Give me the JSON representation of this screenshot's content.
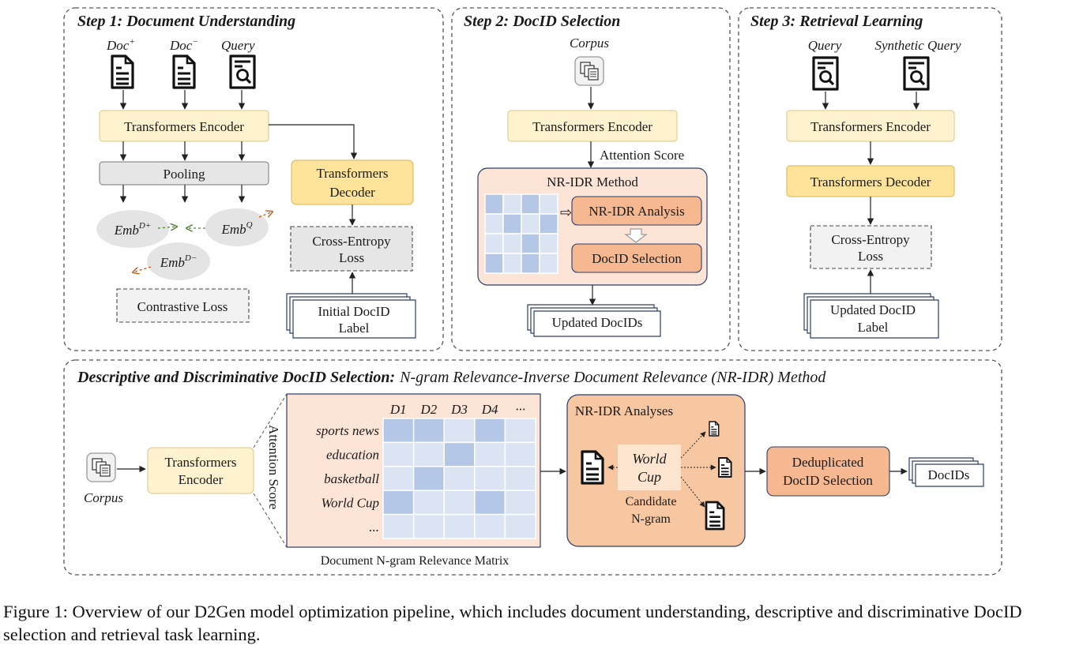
{
  "step1": {
    "title": "Step 1: Document Understanding",
    "doc_pos": "Doc",
    "doc_pos_sup": "+",
    "doc_neg": "Doc",
    "doc_neg_sup": "−",
    "query": "Query",
    "encoder": "Transformers Encoder",
    "pooling": "Pooling",
    "emb_base": "Emb",
    "emb_dpos_sup": "D+",
    "emb_q_sup": "Q",
    "emb_dneg_sup": "D−",
    "decoder_line1": "Transformers",
    "decoder_line2": "Decoder",
    "ce_line1": "Cross-Entropy",
    "ce_line2": "Loss",
    "contrastive": "Contrastive Loss",
    "label_line1": "Initial DocID",
    "label_line2": "Label"
  },
  "step2": {
    "title": "Step 2: DocID Selection",
    "corpus": "Corpus",
    "encoder": "Transformers Encoder",
    "attention": "Attention Score",
    "method": "NR-IDR Method",
    "analysis": "NR-IDR Analysis",
    "selection": "DocID Selection",
    "updated": "Updated DocIDs"
  },
  "step3": {
    "title": "Step 3: Retrieval Learning",
    "query": "Query",
    "synthetic": "Synthetic Query",
    "encoder": "Transformers Encoder",
    "decoder": "Transformers Decoder",
    "ce_line1": "Cross-Entropy",
    "ce_line2": "Loss",
    "label_line1": "Updated DocID",
    "label_line2": "Label"
  },
  "bottom": {
    "title_bold": "Descriptive and Discriminative DocID Selection:",
    "title_rest": "N-gram Relevance-Inverse Document Relevance (NR-IDR) Method",
    "corpus": "Corpus",
    "encoder_line1": "Transformers",
    "encoder_line2": "Encoder",
    "attention": "Attention Score",
    "matrix_caption": "Document N-gram Relevance Matrix",
    "cols": [
      "D1",
      "D2",
      "D3",
      "D4",
      "···"
    ],
    "rows": [
      "sports news",
      "education",
      "basketball",
      "World Cup",
      "..."
    ],
    "highlighted_cells": [
      [
        0,
        0
      ],
      [
        0,
        1
      ],
      [
        0,
        3
      ],
      [
        1,
        2
      ],
      [
        2,
        1
      ],
      [
        3,
        0
      ],
      [
        3,
        3
      ]
    ],
    "analyses_title": "NR-IDR Analyses",
    "ngram_line1": "World",
    "ngram_line2": "Cup",
    "candidate_line1": "Candidate",
    "candidate_line2": "N-gram",
    "dedup_line1": "Deduplicated",
    "dedup_line2": "DocID Selection",
    "docids": "DocIDs"
  },
  "caption": "Figure 1: Overview of our D2Gen model optimization pipeline, which includes document understanding, descriptive and discriminative DocID selection and retrieval task learning.",
  "colors": {
    "yellow_light": "#fff3cf",
    "yellow_strong": "#fde49a",
    "gray_box": "#e6e6e6",
    "orange_panel": "#fce4d6",
    "orange_box": "#f5b891",
    "orange_strong": "#f7c7a2",
    "matrix_light": "#dbe4f3",
    "matrix_dark": "#b4c7e7",
    "ellipse": "#e4e4e4",
    "green_arrow": "#548235",
    "red_arrow": "#c55a11"
  }
}
